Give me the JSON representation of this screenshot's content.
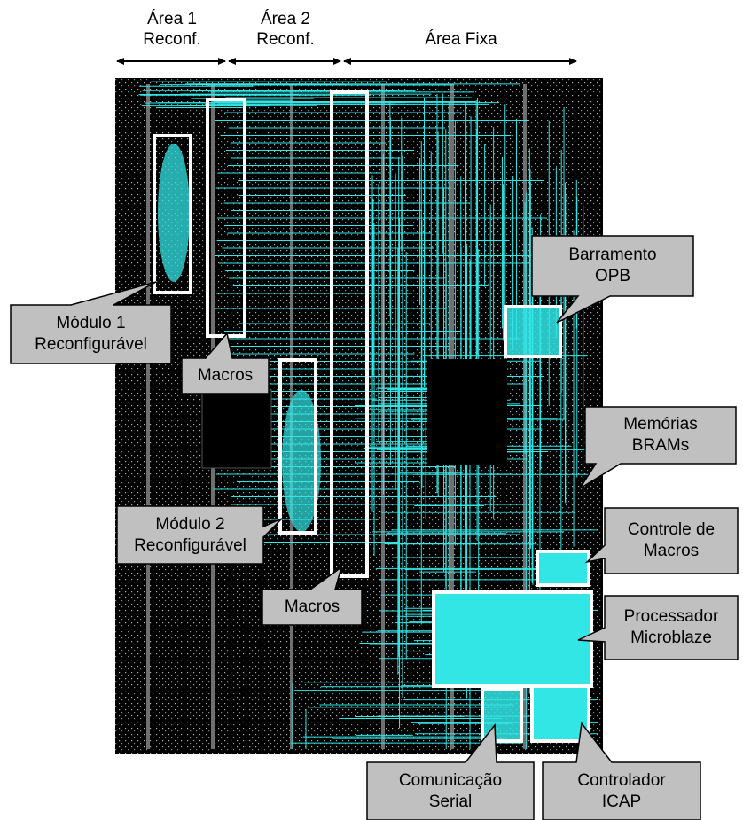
{
  "headers": {
    "area1": {
      "line1": "Área 1",
      "line2": "Reconf."
    },
    "area2": {
      "line1": "Área 2",
      "line2": "Reconf."
    },
    "fixed": {
      "line1": "Área Fixa"
    }
  },
  "callouts": {
    "mod1": {
      "line1": "Módulo 1",
      "line2": "Reconfigurável"
    },
    "macros1": {
      "line1": "Macros"
    },
    "mod2": {
      "line1": "Módulo 2",
      "line2": "Reconfigurável"
    },
    "macros2": {
      "line1": "Macros"
    },
    "opb": {
      "line1": "Barramento",
      "line2": "OPB"
    },
    "bram": {
      "line1": "Memórias",
      "line2": "BRAMs"
    },
    "ctrl": {
      "line1": "Controle de",
      "line2": "Macros"
    },
    "mb": {
      "line1": "Processador",
      "line2": "Microblaze"
    },
    "serial": {
      "line1": "Comunicação",
      "line2": "Serial"
    },
    "icap": {
      "line1": "Controlador",
      "line2": "ICAP"
    }
  },
  "colors": {
    "fpga_background": "#000000",
    "routing": "#33e6e6",
    "highlight_box": "#ffffff",
    "callout_fill": "#c0c0c0",
    "callout_border": "#000000"
  }
}
